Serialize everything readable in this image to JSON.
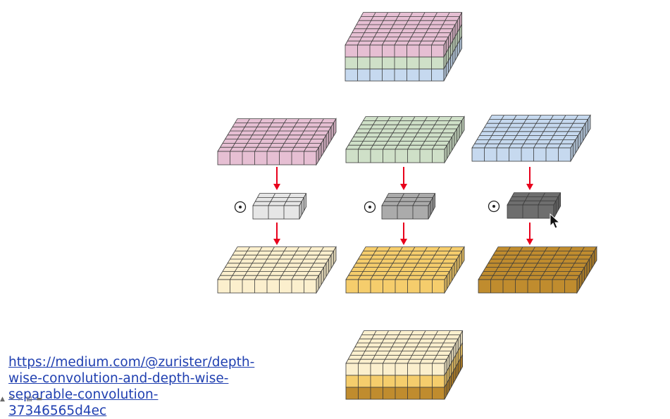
{
  "source_link": {
    "line1": "https://medium.com/@zurister/depth-",
    "line2": "wise-convolution-and-depth-wise-",
    "line3": "separable-convolution-37346565d4ec"
  },
  "operator_symbol": "⊙",
  "status_bar": {
    "icons": [
      "home-icon",
      "pen-icon",
      "search-icon",
      "list-icon",
      "screen-icon"
    ],
    "glyphs": [
      "▲",
      "✎",
      "⌕",
      "▤",
      "▬"
    ]
  },
  "colors": {
    "input_red": "#e6bfd3",
    "input_green": "#cfe0c8",
    "input_blue": "#c6d9ef",
    "kernel_1": "#e6e6e6",
    "kernel_2": "#ababab",
    "kernel_3": "#6e6e6e",
    "out_1": "#fbefcd",
    "out_2": "#f5cd6c",
    "out_3": "#c08c2e",
    "arrow": "#e8001c"
  }
}
